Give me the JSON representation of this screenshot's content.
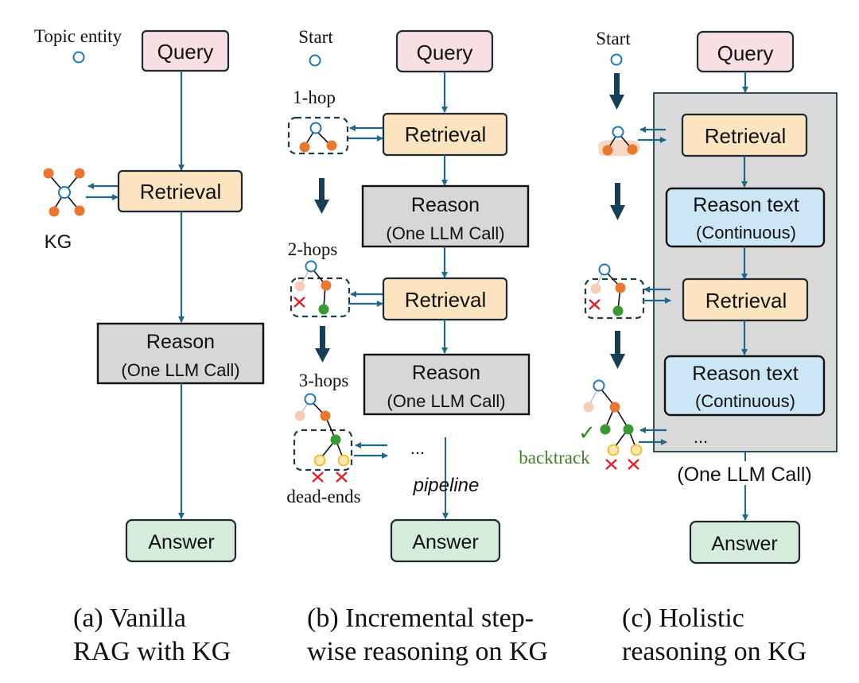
{
  "colors": {
    "arrow": "#21678a",
    "fat_arrow": "#163f57",
    "query_fill": "#f8dfe3",
    "retrieval_fill": "#fce4c0",
    "reason_fill": "#d7d7d7",
    "reason_text_fill": "#cde6f5",
    "answer_fill": "#d5ebdb",
    "holistic_panel_fill": "#d9d9d9",
    "node_topic": "#1f77b4",
    "node_orange": "#e9772f",
    "node_faded": "#f5cdb8",
    "node_green": "#3a9a32",
    "node_yellow_fill": "#fde6b0",
    "node_yellow_stroke": "#f2b700",
    "cross": "#e3202a",
    "check": "#2b8a1f",
    "backtrack_text": "#3f7f2a"
  },
  "panels": [
    {
      "id": "a",
      "start_label": "Topic entity",
      "kg_label": "KG",
      "boxes": {
        "query": "Query",
        "retrieval": "Retrieval",
        "reason_title": "Reason",
        "reason_sub": "(One LLM Call)",
        "answer": "Answer"
      },
      "caption_line1": "(a) Vanilla",
      "caption_line2": "RAG with KG"
    },
    {
      "id": "b",
      "start_label": "Start",
      "hop_labels": [
        "1-hop",
        "2-hops",
        "3-hops"
      ],
      "dead_ends_label": "dead-ends",
      "ellipsis": "...",
      "pipeline_label": "pipeline",
      "boxes": {
        "query": "Query",
        "retrieval_1": "Retrieval",
        "reason_1_title": "Reason",
        "reason_1_sub": "(One LLM Call)",
        "retrieval_2": "Retrieval",
        "reason_2_title": "Reason",
        "reason_2_sub": "(One LLM Call)",
        "answer": "Answer"
      },
      "caption_line1": "(b) Incremental step-",
      "caption_line2": "wise reasoning on KG"
    },
    {
      "id": "c",
      "start_label": "Start",
      "backtrack_label": "backtrack",
      "check_glyph": "✓",
      "ellipsis": "...",
      "llm_call_label": "(One LLM Call)",
      "boxes": {
        "query": "Query",
        "retrieval_1": "Retrieval",
        "reason_text_1_title": "Reason text",
        "reason_text_1_sub": "(Continuous)",
        "retrieval_2": "Retrieval",
        "reason_text_2_title": "Reason text",
        "reason_text_2_sub": "(Continuous)",
        "answer": "Answer"
      },
      "caption_line1": "(c) Holistic",
      "caption_line2": "reasoning on KG"
    }
  ]
}
